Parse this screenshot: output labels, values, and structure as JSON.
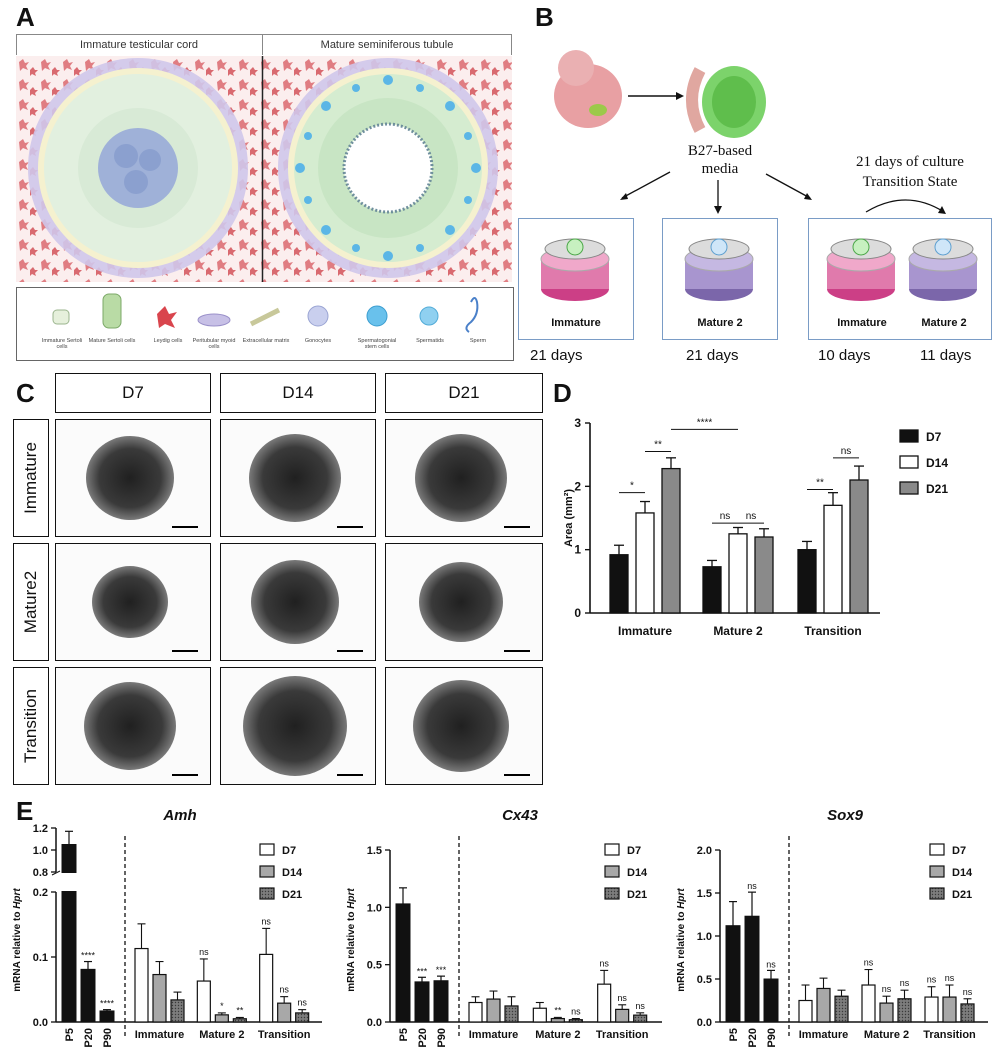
{
  "panels": {
    "A": "A",
    "B": "B",
    "C": "C",
    "D": "D",
    "E": "E"
  },
  "panel_a": {
    "left_title": "Immature testicular cord",
    "right_title": "Mature seminiferous tubule",
    "legend": [
      "Immature Sertoli cells",
      "Mature Sertoli cells",
      "Leydig cells",
      "Peritubular myoid cells",
      "Extracellular matrix",
      "Gonocytes",
      "Spermatogonial stem cells",
      "Spermatids",
      "Sperm"
    ]
  },
  "panel_b": {
    "media": [
      "B27-based",
      "media"
    ],
    "culture_note": [
      "21 days of culture",
      "Transition State"
    ],
    "boxes": [
      {
        "labels": [
          "Immature"
        ],
        "days": [
          "21 days"
        ]
      },
      {
        "labels": [
          "Mature 2"
        ],
        "days": [
          "21 days"
        ]
      },
      {
        "labels": [
          "Immature",
          "Mature 2"
        ],
        "days": [
          "10 days",
          "11 days"
        ]
      }
    ],
    "colors": {
      "immature": "#d94f8c",
      "mature": "#8d74b8",
      "box": "#7a9cc6"
    }
  },
  "panel_c": {
    "columns": [
      "D7",
      "D14",
      "D21"
    ],
    "rows": [
      "Immature",
      "Mature2",
      "Transition"
    ]
  },
  "chart_data": [
    {
      "id": "D",
      "type": "bar",
      "ylabel": "Area (mm²)",
      "ylim": [
        0,
        3
      ],
      "yticks": [
        0,
        1,
        2,
        3
      ],
      "categories": [
        "Immature",
        "Mature 2",
        "Transition"
      ],
      "series": [
        {
          "name": "D7",
          "color": "#111111",
          "values": [
            0.92,
            0.73,
            1.0
          ],
          "err": [
            0.15,
            0.1,
            0.13
          ]
        },
        {
          "name": "D14",
          "color": "#ffffff",
          "values": [
            1.58,
            1.25,
            1.7
          ],
          "err": [
            0.18,
            0.1,
            0.2
          ]
        },
        {
          "name": "D21",
          "color": "#8a8a8a",
          "values": [
            2.28,
            1.2,
            2.1
          ],
          "err": [
            0.17,
            0.13,
            0.22
          ]
        }
      ],
      "annotations": [
        {
          "text": "*",
          "cat": 0,
          "from": 0,
          "to": 1,
          "y": 1.9
        },
        {
          "text": "**",
          "cat": 0,
          "from": 1,
          "to": 2,
          "y": 2.55
        },
        {
          "text": "****",
          "cat": "0-1",
          "y": 2.9
        },
        {
          "text": "ns",
          "cat": 1,
          "from": 0,
          "to": 1,
          "y": 1.42
        },
        {
          "text": "ns",
          "cat": 1,
          "from": 1,
          "to": 2,
          "y": 1.42
        },
        {
          "text": "**",
          "cat": 2,
          "from": 0,
          "to": 1,
          "y": 1.95
        },
        {
          "text": "ns",
          "cat": 2,
          "from": 1,
          "to": 2,
          "y": 2.45
        }
      ]
    },
    {
      "id": "E-Amh",
      "type": "bar",
      "title": "Amh",
      "ylabel": "mRNA relative to Hprt",
      "yticks_upper": [
        "0.8",
        "1.0",
        "1.2"
      ],
      "yticks_lower": [
        "0.0",
        "0.1",
        "0.2"
      ],
      "ylim_lower": [
        0,
        0.2
      ],
      "ylim_upper": [
        0.8,
        1.2
      ],
      "reference": {
        "categories": [
          "P5",
          "P20",
          "P90"
        ],
        "values": [
          1.05,
          0.081,
          0.017
        ],
        "err": [
          0.12,
          0.012,
          0.002
        ],
        "labels": [
          "",
          "****",
          "****"
        ]
      },
      "categories": [
        "Immature",
        "Mature 2",
        "Transition"
      ],
      "series": [
        {
          "name": "D7",
          "values": [
            0.113,
            0.063,
            0.104
          ],
          "err": [
            0.038,
            0.034,
            0.04
          ],
          "labels": [
            "",
            "ns",
            "ns"
          ]
        },
        {
          "name": "D14",
          "values": [
            0.073,
            0.011,
            0.029
          ],
          "err": [
            0.02,
            0.003,
            0.01
          ],
          "labels": [
            "",
            "*",
            "ns"
          ]
        },
        {
          "name": "D21",
          "values": [
            0.034,
            0.005,
            0.014
          ],
          "err": [
            0.012,
            0.002,
            0.005
          ],
          "labels": [
            "",
            "**",
            "ns"
          ]
        }
      ]
    },
    {
      "id": "E-Cx43",
      "type": "bar",
      "title": "Cx43",
      "ylabel": "mRNA relative to Hprt",
      "ylim": [
        0,
        1.5
      ],
      "yticks": [
        "0.0",
        "0.5",
        "1.0",
        "1.5"
      ],
      "reference": {
        "categories": [
          "P5",
          "P20",
          "P90"
        ],
        "values": [
          1.03,
          0.35,
          0.36
        ],
        "err": [
          0.14,
          0.04,
          0.04
        ],
        "labels": [
          "",
          "***",
          "***"
        ]
      },
      "categories": [
        "Immature",
        "Mature 2",
        "Transition"
      ],
      "series": [
        {
          "name": "D7",
          "values": [
            0.17,
            0.12,
            0.33
          ],
          "err": [
            0.05,
            0.05,
            0.12
          ],
          "labels": [
            "",
            "",
            "ns"
          ]
        },
        {
          "name": "D14",
          "values": [
            0.2,
            0.03,
            0.11
          ],
          "err": [
            0.07,
            0.01,
            0.04
          ],
          "labels": [
            "",
            "**",
            "ns"
          ]
        },
        {
          "name": "D21",
          "values": [
            0.14,
            0.02,
            0.06
          ],
          "err": [
            0.08,
            0.01,
            0.02
          ],
          "labels": [
            "",
            "ns",
            "ns"
          ]
        }
      ]
    },
    {
      "id": "E-Sox9",
      "type": "bar",
      "title": "Sox9",
      "ylabel": "mRNA relative to Hprt",
      "ylim": [
        0,
        2.0
      ],
      "yticks": [
        "0.0",
        "0.5",
        "1.0",
        "1.5",
        "2.0"
      ],
      "reference": {
        "categories": [
          "P5",
          "P20",
          "P90"
        ],
        "values": [
          1.12,
          1.23,
          0.5
        ],
        "err": [
          0.28,
          0.28,
          0.1
        ],
        "labels": [
          "",
          "ns",
          "ns"
        ]
      },
      "categories": [
        "Immature",
        "Mature 2",
        "Transition"
      ],
      "series": [
        {
          "name": "D7",
          "values": [
            0.25,
            0.43,
            0.29
          ],
          "err": [
            0.18,
            0.18,
            0.12
          ],
          "labels": [
            "",
            "ns",
            "ns"
          ]
        },
        {
          "name": "D14",
          "values": [
            0.39,
            0.22,
            0.29
          ],
          "err": [
            0.12,
            0.08,
            0.14
          ],
          "labels": [
            "",
            "ns",
            "ns"
          ]
        },
        {
          "name": "D21",
          "values": [
            0.3,
            0.27,
            0.21
          ],
          "err": [
            0.07,
            0.1,
            0.06
          ],
          "labels": [
            "",
            "ns",
            "ns"
          ]
        }
      ]
    }
  ]
}
